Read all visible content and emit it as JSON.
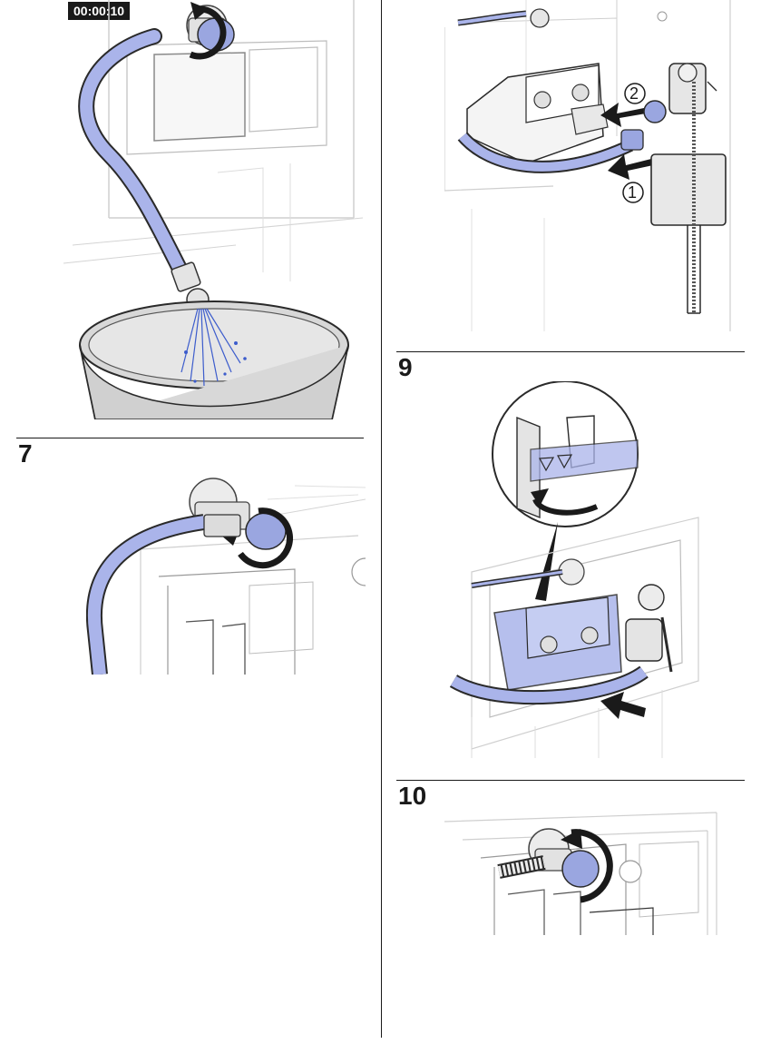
{
  "timer": {
    "label": "00:00:10"
  },
  "steps": [
    {
      "number": "7"
    },
    {
      "number": "9"
    },
    {
      "number": "10"
    }
  ],
  "callouts": [
    {
      "label": "1"
    },
    {
      "label": "2"
    }
  ],
  "colors": {
    "accent_blue": "#9aa6e0",
    "accent_blue_dark": "#5a66b0",
    "line": "#2a2a2a",
    "bucket_fill": "#d8d8d8",
    "water": "#3c5ccc"
  },
  "icons": [
    "rotate-arrow-icon",
    "push-arrow-icon",
    "swap-arrow-icon"
  ]
}
